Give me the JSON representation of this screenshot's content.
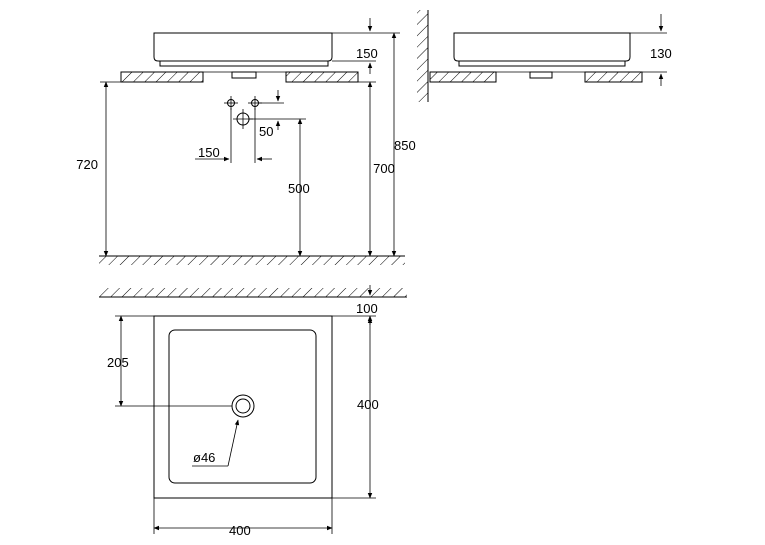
{
  "dimensions": {
    "basin_height_front": "150",
    "basin_height_side": "130",
    "total_height": "850",
    "counter_height": "720",
    "counter_top": "700",
    "supply_height": "500",
    "supply_spacing": "150",
    "supply_offset": "50",
    "floor_gap": "100",
    "drain_offset": "205",
    "basin_depth": "400",
    "basin_width": "400",
    "drain_diameter": "ø46"
  },
  "colors": {
    "line": "#000000",
    "background": "#ffffff"
  }
}
